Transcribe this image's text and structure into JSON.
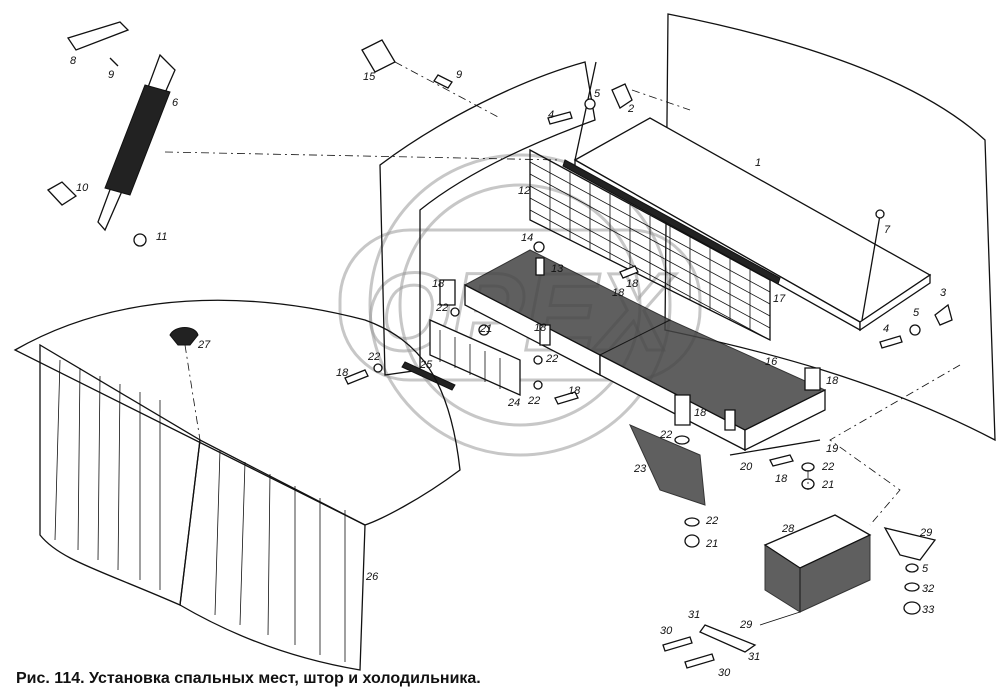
{
  "caption": "Рис. 114. Установка спальных мест, штор и холодильника.",
  "watermark_text": "OPEX",
  "callouts": [
    {
      "id": "c8",
      "text": "8"
    },
    {
      "id": "c9a",
      "text": "9"
    },
    {
      "id": "c6",
      "text": "6"
    },
    {
      "id": "c10",
      "text": "10"
    },
    {
      "id": "c11",
      "text": "11"
    },
    {
      "id": "c15",
      "text": "15"
    },
    {
      "id": "c9b",
      "text": "9"
    },
    {
      "id": "c4a",
      "text": "4"
    },
    {
      "id": "c5a",
      "text": "5"
    },
    {
      "id": "c2",
      "text": "2"
    },
    {
      "id": "c1",
      "text": "1"
    },
    {
      "id": "c12",
      "text": "12"
    },
    {
      "id": "c7",
      "text": "7"
    },
    {
      "id": "c14",
      "text": "14"
    },
    {
      "id": "c13",
      "text": "13"
    },
    {
      "id": "c18a",
      "text": "18"
    },
    {
      "id": "c17",
      "text": "17"
    },
    {
      "id": "c3",
      "text": "3"
    },
    {
      "id": "c22a",
      "text": "22"
    },
    {
      "id": "c21a",
      "text": "21"
    },
    {
      "id": "c18b",
      "text": "18"
    },
    {
      "id": "c22b",
      "text": "22"
    },
    {
      "id": "c4b",
      "text": "4"
    },
    {
      "id": "c5b",
      "text": "5"
    },
    {
      "id": "c27",
      "text": "27"
    },
    {
      "id": "c22c",
      "text": "22"
    },
    {
      "id": "c25",
      "text": "25"
    },
    {
      "id": "c16",
      "text": "16"
    },
    {
      "id": "c18c",
      "text": "18"
    },
    {
      "id": "c24",
      "text": "24"
    },
    {
      "id": "c22d",
      "text": "22"
    },
    {
      "id": "c18d",
      "text": "18"
    },
    {
      "id": "c18e",
      "text": "18"
    },
    {
      "id": "c18f",
      "text": "18"
    },
    {
      "id": "c18g",
      "text": "18"
    },
    {
      "id": "c22e",
      "text": "22"
    },
    {
      "id": "c19",
      "text": "19"
    },
    {
      "id": "c23",
      "text": "23"
    },
    {
      "id": "c20",
      "text": "20"
    },
    {
      "id": "c18h",
      "text": "18"
    },
    {
      "id": "c22f",
      "text": "22"
    },
    {
      "id": "c21b",
      "text": "21"
    },
    {
      "id": "c22g",
      "text": "22"
    },
    {
      "id": "c21c",
      "text": "21"
    },
    {
      "id": "c26",
      "text": "26"
    },
    {
      "id": "c28",
      "text": "28"
    },
    {
      "id": "c29a",
      "text": "29"
    },
    {
      "id": "c5c",
      "text": "5"
    },
    {
      "id": "c32",
      "text": "32"
    },
    {
      "id": "c33",
      "text": "33"
    },
    {
      "id": "c31a",
      "text": "31"
    },
    {
      "id": "c29b",
      "text": "29"
    },
    {
      "id": "c30a",
      "text": "30"
    },
    {
      "id": "c31b",
      "text": "31"
    },
    {
      "id": "c30b",
      "text": "30"
    },
    {
      "id": "c18i",
      "text": "18"
    }
  ]
}
